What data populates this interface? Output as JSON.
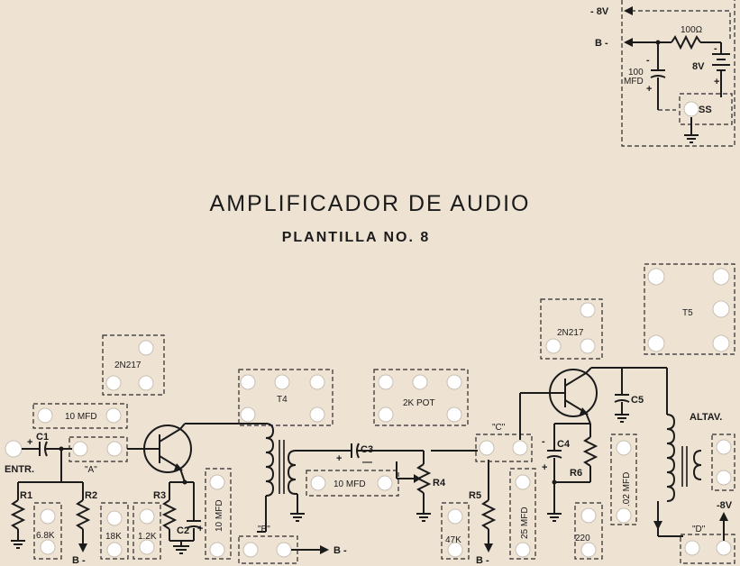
{
  "title": "AMPLIFICADOR DE AUDIO",
  "subtitle": "PLANTILLA NO. 8",
  "power": {
    "neg8v": "- 8V",
    "bminus": "B -",
    "resistor": "100Ω",
    "battery": "8V",
    "cap_value": "100",
    "cap_unit": "MFD",
    "switch": "SS"
  },
  "labels": {
    "c1": "C1",
    "input": "ENTR.",
    "r1": "R1",
    "r2": "R2",
    "r1_val": "6.8K",
    "r2_val": "18K",
    "r3": "R3",
    "r3_val": "1.2K",
    "c2": "C2",
    "c2_val": "10 MFD",
    "c1_val": "10 MFD",
    "q1": "2N217",
    "term_a": "\"A\"",
    "t4": "T4",
    "term_b": "\"B\"",
    "bminus_out": "B -",
    "c3": "C3",
    "c3_val": "10 MFD",
    "pot": "2K POT",
    "r4": "R4",
    "r5": "R5",
    "r5_val": "47K",
    "bminus_r5": "B -",
    "term_c": "\"C\"",
    "c4_val": "25 MFD",
    "q2": "2N217",
    "c4": "C4",
    "r6": "R6",
    "r6_val": "220",
    "c5": "C5",
    "c5_val": ".02 MFD",
    "t5": "T5",
    "speaker": "ALTAV.",
    "neg8v_out": "-8V",
    "term_d": "\"D\"",
    "bminus_r2": "B -"
  },
  "colors": {
    "board": "#eee2d3",
    "ink": "#1b1b1b",
    "hole": "#ffffff"
  }
}
